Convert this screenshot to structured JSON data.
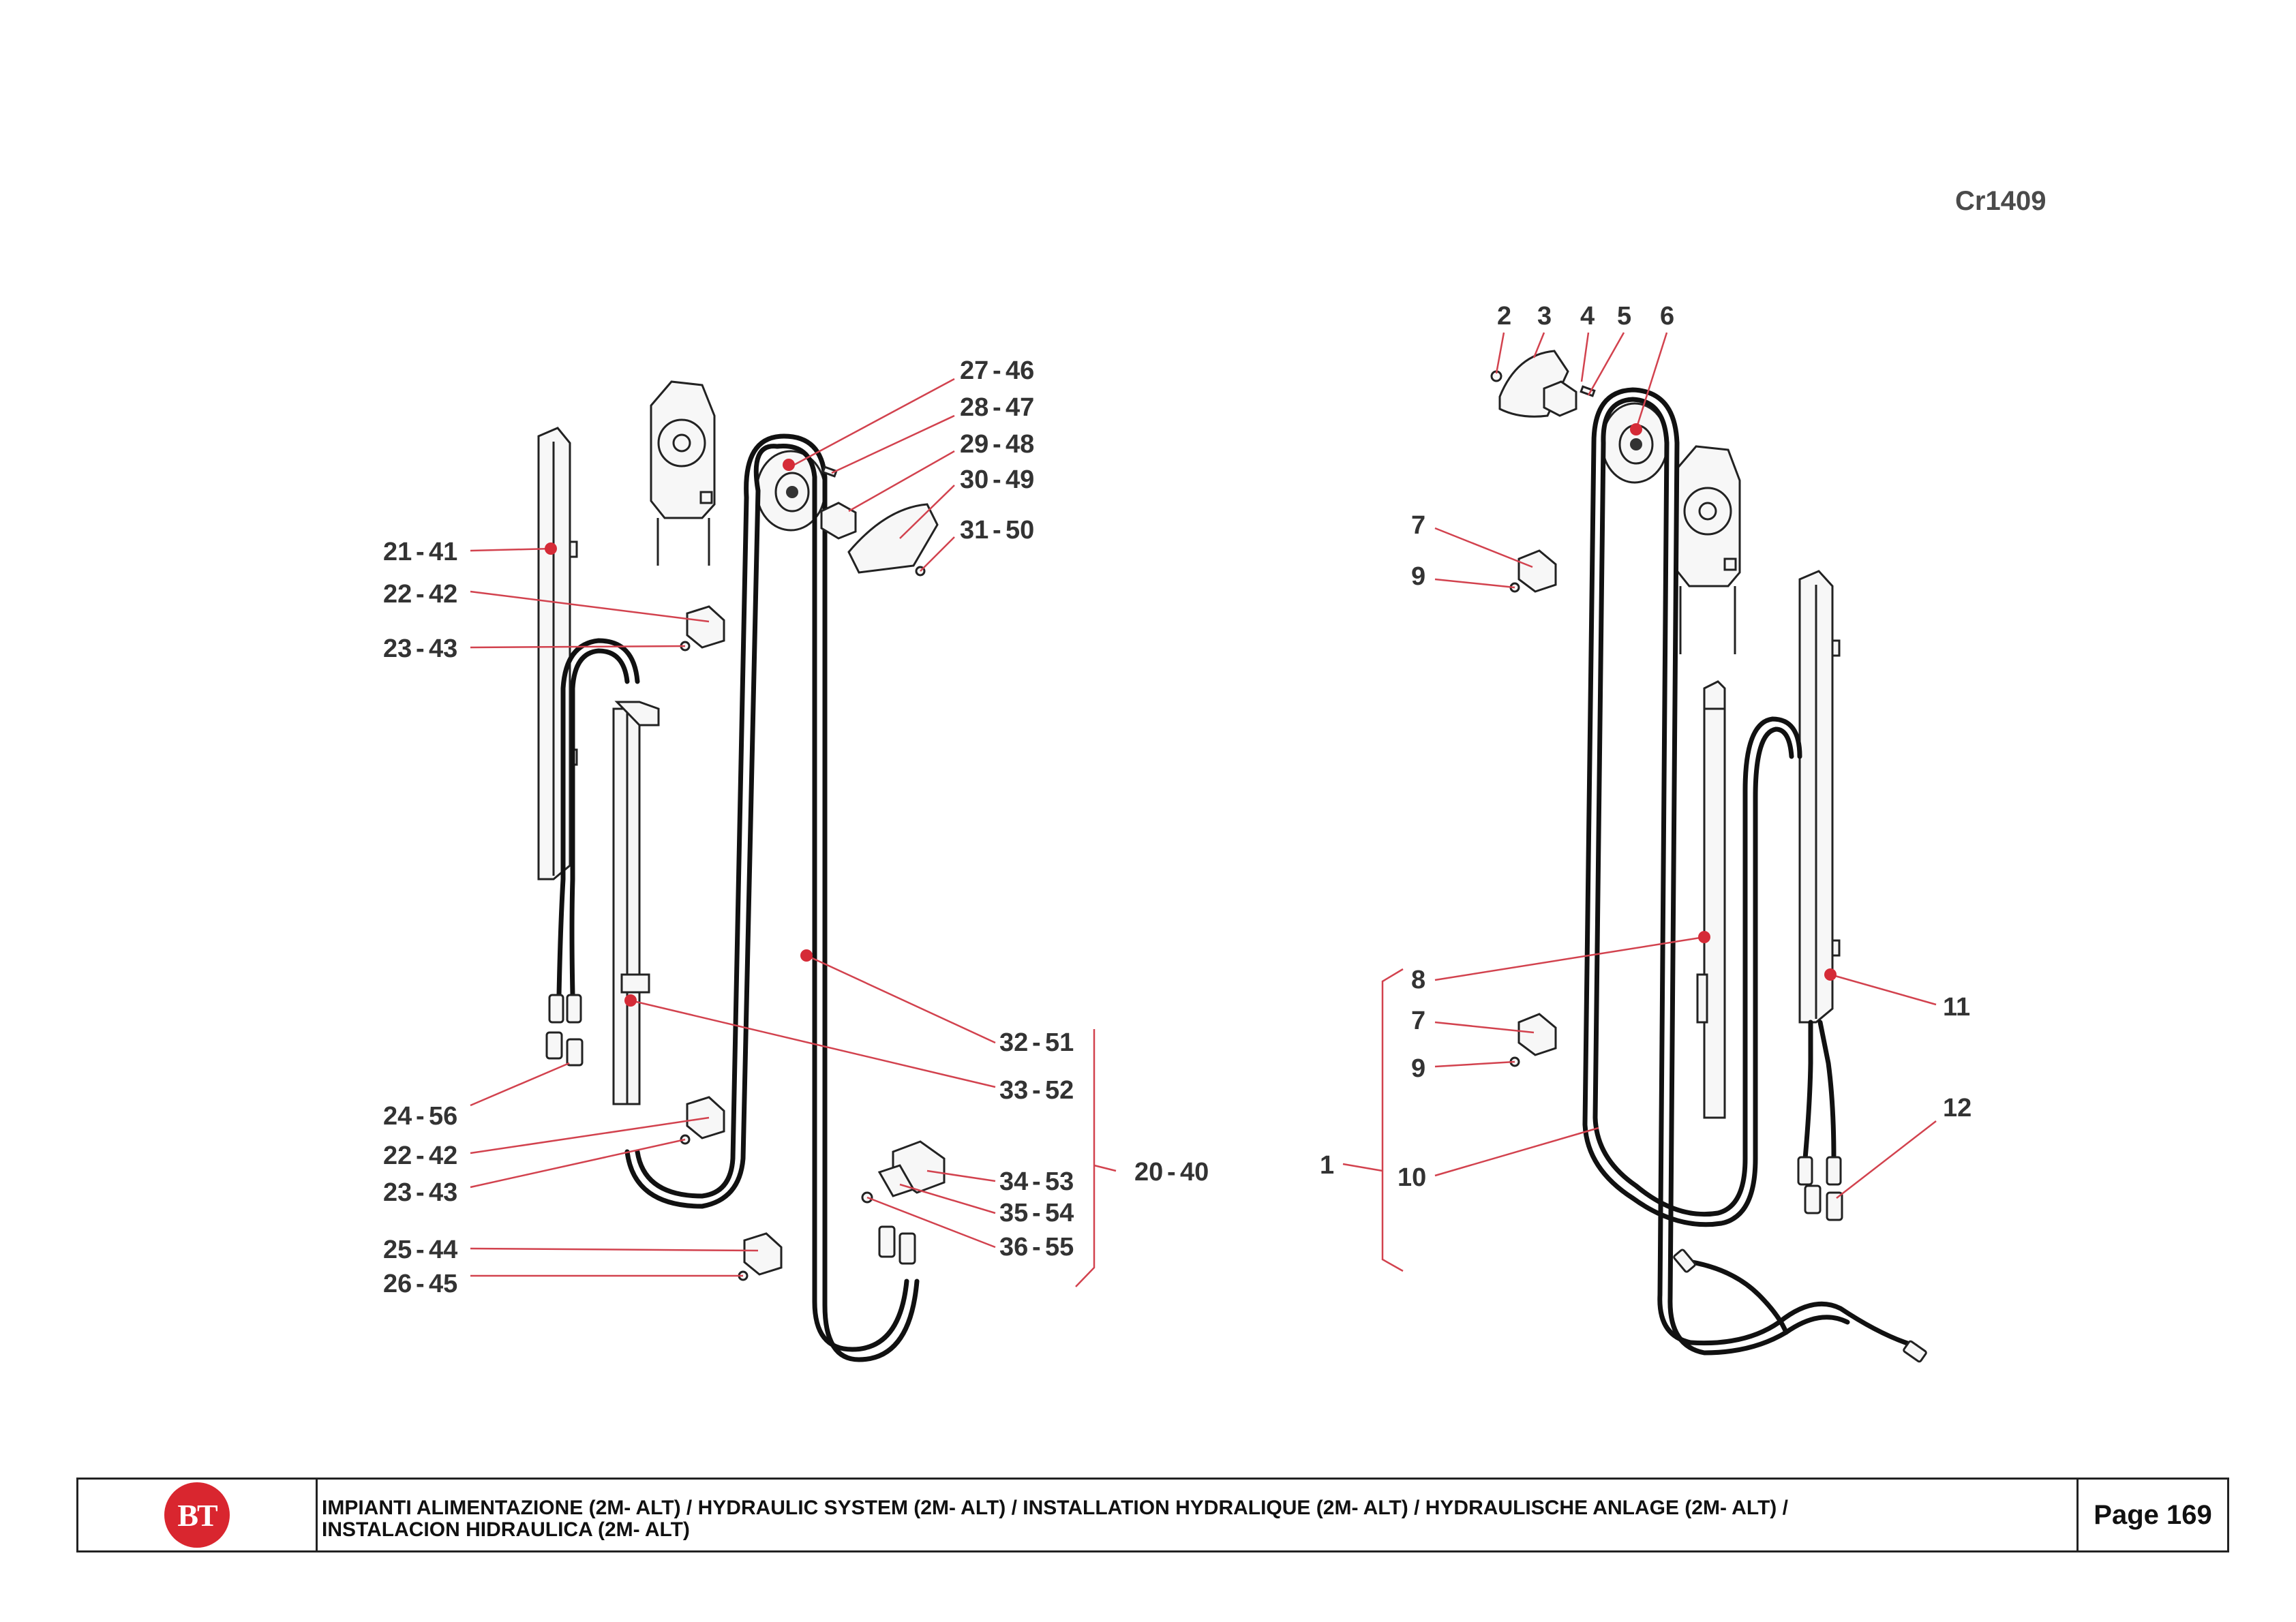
{
  "drawing_code": "Cr1409",
  "left_group": {
    "callouts": {
      "c27": {
        "a": "27",
        "b": "46"
      },
      "c28": {
        "a": "28",
        "b": "47"
      },
      "c29": {
        "a": "29",
        "b": "48"
      },
      "c30": {
        "a": "30",
        "b": "49"
      },
      "c31": {
        "a": "31",
        "b": "50"
      },
      "c21": {
        "a": "21",
        "b": "41"
      },
      "c22a": {
        "a": "22",
        "b": "42"
      },
      "c23a": {
        "a": "23",
        "b": "43"
      },
      "c32": {
        "a": "32",
        "b": "51"
      },
      "c33": {
        "a": "33",
        "b": "52"
      },
      "c24": {
        "a": "24",
        "b": "56"
      },
      "c22b": {
        "a": "22",
        "b": "42"
      },
      "c23b": {
        "a": "23",
        "b": "43"
      },
      "c34": {
        "a": "34",
        "b": "53"
      },
      "c35": {
        "a": "35",
        "b": "54"
      },
      "c36": {
        "a": "36",
        "b": "55"
      },
      "c25": {
        "a": "25",
        "b": "44"
      },
      "c26": {
        "a": "26",
        "b": "45"
      },
      "group": {
        "a": "20",
        "b": "40"
      }
    }
  },
  "right_group": {
    "labels": {
      "n2": "2",
      "n3": "3",
      "n4": "4",
      "n5": "5",
      "n6": "6",
      "n7a": "7",
      "n9a": "9",
      "n8": "8",
      "n7b": "7",
      "n9b": "9",
      "n10": "10",
      "n11": "11",
      "n12": "12",
      "n1": "1"
    }
  },
  "title_block": {
    "logo_text": "BT",
    "title_line1": "IMPIANTI ALIMENTAZIONE  (2M- ALT) / HYDRAULIC SYSTEM  (2M- ALT) / INSTALLATION HYDRALIQUE  (2M- ALT) / HYDRAULISCHE ANLAGE  (2M- ALT) /",
    "title_line2": "INSTALACION HIDRAULICA  (2M- ALT)",
    "page": "Page 169"
  },
  "colors": {
    "callout_line": "#d2424e",
    "dot": "#d52b37",
    "brand": "#d9262f"
  }
}
